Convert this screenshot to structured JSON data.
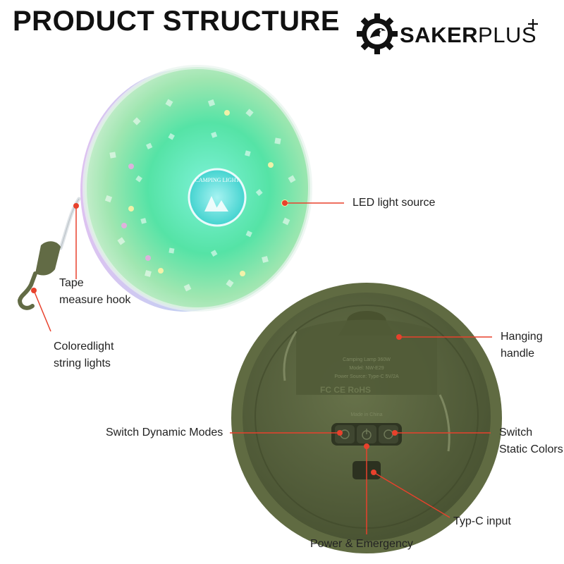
{
  "header": {
    "title": "PRODUCT STRUCTURE"
  },
  "brand": {
    "name_bold": "SAKER",
    "name_light": "PLUS"
  },
  "device_print": {
    "badge_text": "CAMPING LIGHT",
    "line1": "Camping Lamp 360W",
    "line2": "Model: NW-E29",
    "line3": "Power Source: Type-C 5V/2A",
    "certs": "FC  CE  RoHS",
    "origin": "Made in China"
  },
  "labels": {
    "led": "LED light source",
    "tape_hook": "Tape\nmeasure hook",
    "string_lights": "Coloredlight\nstring lights",
    "hanging_handle": "Hanging\nhandle",
    "dynamic_modes": "Switch Dynamic Modes",
    "static_colors": "Switch\nStatic Colors",
    "typec": "Typ-C input",
    "power": "Power & Emergency"
  },
  "colors": {
    "callout": "#e8412c",
    "body_green": "#55603a",
    "rim_green": "#6b7548"
  }
}
